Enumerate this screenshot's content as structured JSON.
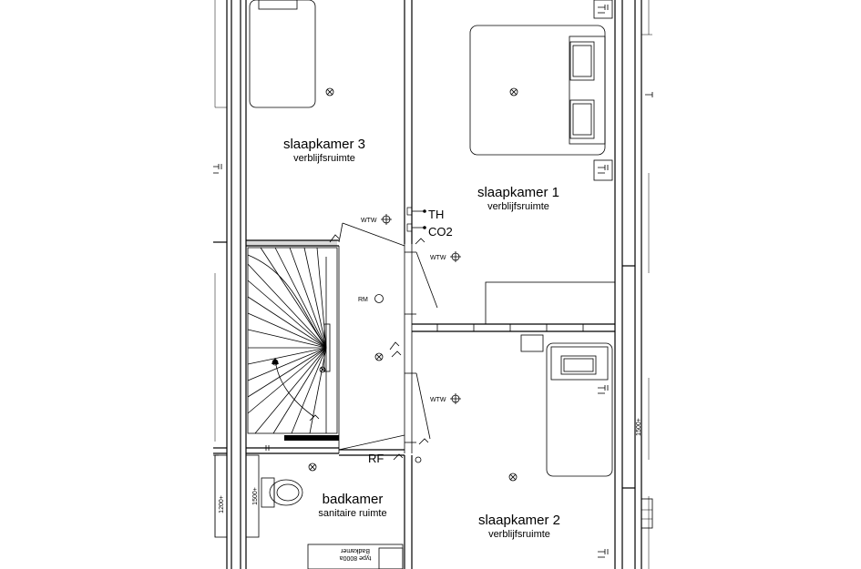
{
  "rooms": {
    "slaapkamer3": {
      "name": "slaapkamer 3",
      "function": "verblijfsruimte"
    },
    "slaapkamer1": {
      "name": "slaapkamer 1",
      "function": "verblijfsruimte"
    },
    "slaapkamer2": {
      "name": "slaapkamer 2",
      "function": "verblijfsruimte"
    },
    "badkamer": {
      "name": "badkamer",
      "function": "sanitaire ruimte"
    }
  },
  "symbols": {
    "th": "TH",
    "co2": "CO2",
    "rm": "RM",
    "wtw": "WTW",
    "rf": "RF"
  },
  "dimensions": {
    "d1200": "1200+",
    "d1500a": "1500+",
    "d1500b": "1500+"
  },
  "fixtures": {
    "bath_line1": "Badkamer",
    "bath_line2": "type 8000a"
  }
}
